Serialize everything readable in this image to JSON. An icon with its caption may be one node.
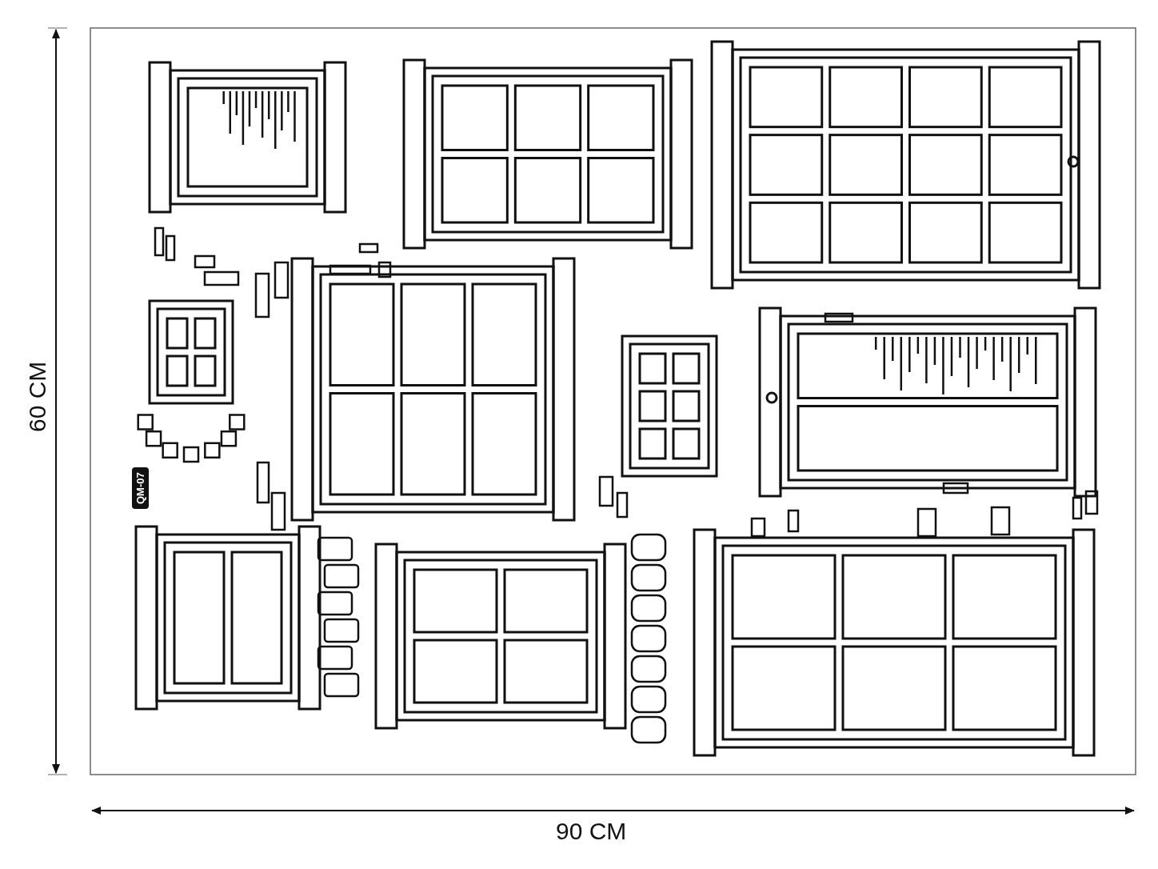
{
  "diagram": {
    "labels": [
      "60 CM",
      "90 CM",
      "QM-07"
    ]
  }
}
